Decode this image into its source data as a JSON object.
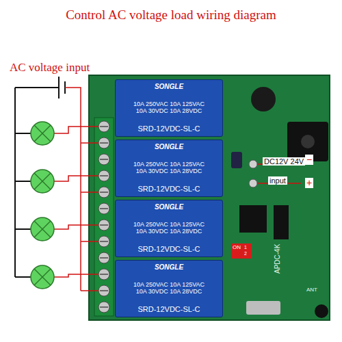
{
  "diagram": {
    "title": "Control AC voltage load wiring diagram",
    "nodes": [
      {
        "text": [
          "SONGLE",
          "10A 250VAC 10A 125VAC 10A 30VDC 10A 28VDC",
          "SRD-12VDC-SL-C"
        ]
      },
      {
        "text": [
          "SONGLE",
          "10A 250VAC 10A 125VAC 10A 30VDC 10A 28VDC",
          "SRD-12VDC-SL-C"
        ]
      },
      {
        "text": [
          "SONGLE",
          "10A 250VAC 10A 125VAC 10A 30VDC 10A 28VDC",
          "SRD-12VDC-SL-C"
        ]
      },
      {
        "text": [
          "SONGLE",
          "10A 250VAC 10A 125VAC 10A 30VDC 10A 28VDC",
          "SRD-12VDC-SL-C"
        ]
      }
    ],
    "labels": [
      "AC voltage input",
      "DC12V 24V",
      "input",
      "−",
      "+",
      "ON",
      "1",
      "2",
      "APDC-4K",
      "ANT"
    ]
  }
}
